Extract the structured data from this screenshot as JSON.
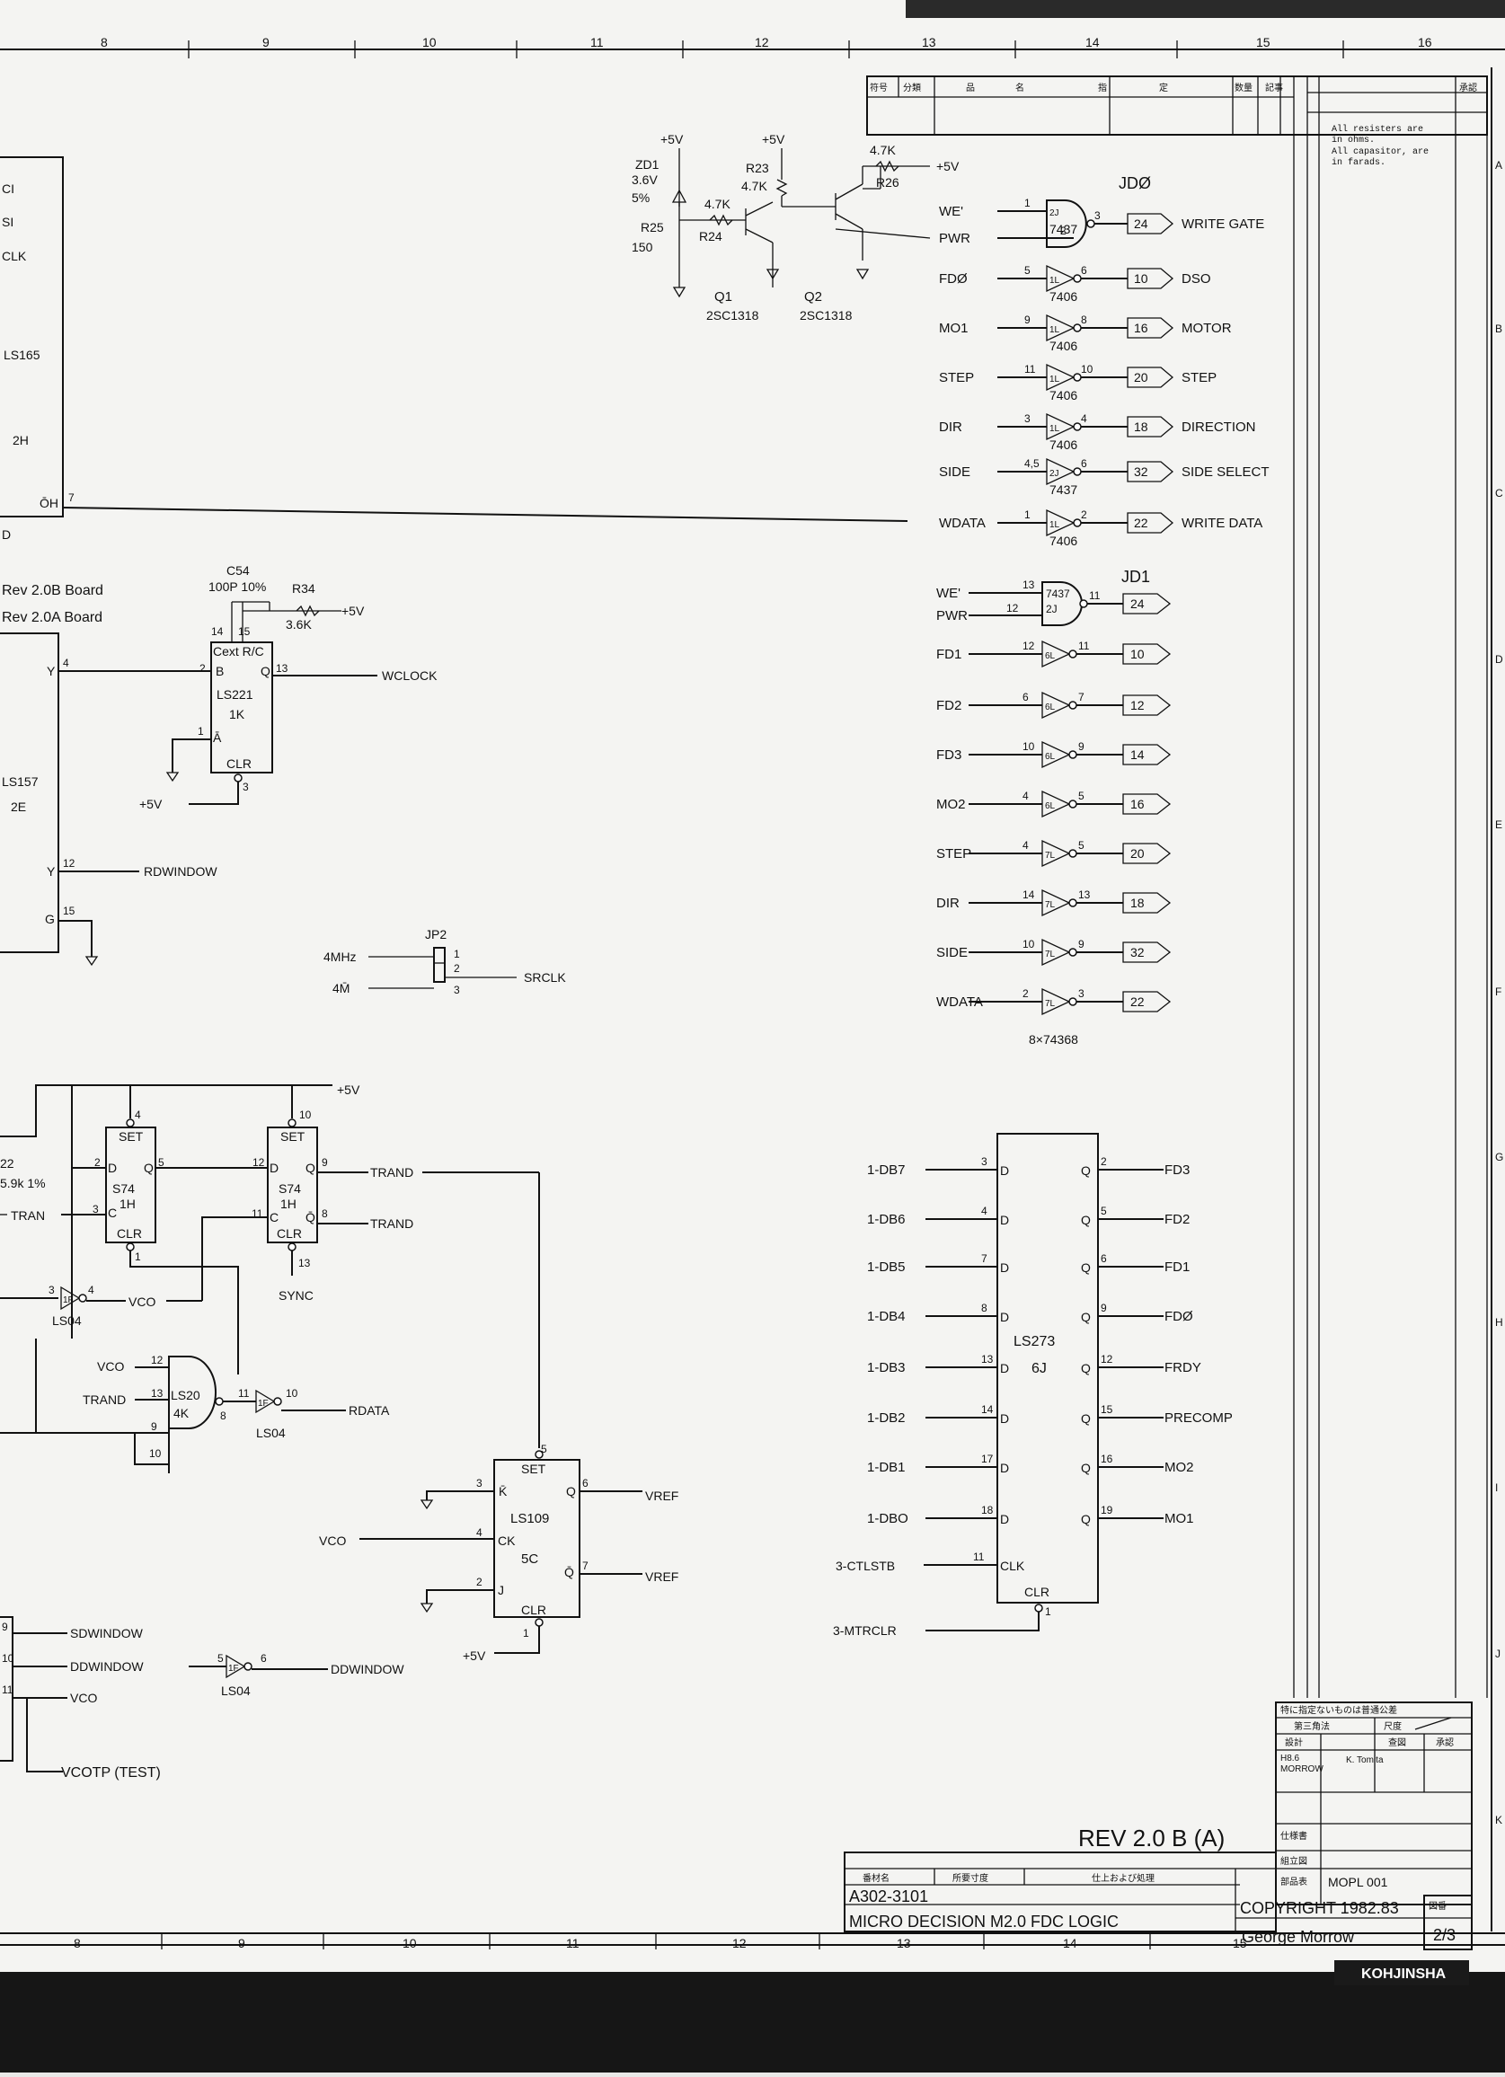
{
  "ruler_top": [
    "8",
    "9",
    "10",
    "11",
    "12",
    "13",
    "14",
    "15",
    "16"
  ],
  "ruler_bottom": [
    "8",
    "9",
    "10",
    "11",
    "12",
    "13",
    "14",
    "15"
  ],
  "row_letters": [
    "A",
    "B",
    "C",
    "D",
    "E",
    "F",
    "G",
    "H",
    "I",
    "J",
    "K"
  ],
  "notes": [
    "All resisters are",
    "in ohms.",
    "All capasitor, are",
    "in farads."
  ],
  "header_cells": [
    "符号",
    "分類",
    "品",
    "名",
    "指",
    "定",
    "数量",
    "記事",
    "承認"
  ],
  "power": {
    "p5v": "+5V",
    "zd1": "ZD1",
    "zd1_v": "3.6V",
    "zd1_tol": "5%",
    "r25": "R25",
    "r25_v": "150",
    "r24_v": "4.7K",
    "r24": "R24",
    "r23": "R23",
    "r23_v": "4.7K",
    "r26_v": "4.7K",
    "r26": "R26",
    "q1": "Q1",
    "q1_part": "2SC1318",
    "q2": "Q2",
    "q2_part": "2SC1318"
  },
  "jd0": {
    "title": "JDØ",
    "rows": [
      {
        "in": "WE'",
        "pin_a": "1",
        "pin_b": "3",
        "chip": "7437",
        "loc": "2J",
        "conn": "24",
        "out": "WRITE GATE"
      },
      {
        "in": "PWR",
        "pin_a": "2"
      },
      {
        "in": "FDØ",
        "pin_a": "5",
        "pin_b": "6",
        "chip": "7406",
        "loc": "1L",
        "conn": "10",
        "out": "DSO"
      },
      {
        "in": "MO1",
        "pin_a": "9",
        "pin_b": "8",
        "chip": "7406",
        "loc": "1L",
        "conn": "16",
        "out": "MOTOR"
      },
      {
        "in": "STEP",
        "pin_a": "11",
        "pin_b": "10",
        "chip": "7406",
        "loc": "1L",
        "conn": "20",
        "out": "STEP"
      },
      {
        "in": "DIR",
        "pin_a": "3",
        "pin_b": "4",
        "chip": "7406",
        "loc": "1L",
        "conn": "18",
        "out": "DIRECTION"
      },
      {
        "in": "SIDE",
        "pin_a": "4,5",
        "pin_b": "6",
        "chip": "7437",
        "loc": "2J",
        "conn": "32",
        "out": "SIDE SELECT"
      },
      {
        "in": "WDATA",
        "pin_a": "1",
        "pin_b": "2",
        "chip": "7406",
        "loc": "1L",
        "conn": "22",
        "out": "WRITE DATA"
      }
    ]
  },
  "jd1": {
    "title": "JD1",
    "rows": [
      {
        "in": "WE'",
        "pin_a": "13",
        "pin_b": "11",
        "chip": "7437",
        "loc": "2J",
        "conn": "24"
      },
      {
        "in": "PWR",
        "pin_a": "12"
      },
      {
        "in": "FD1",
        "pin_a": "12",
        "pin_b": "11",
        "loc": "6L",
        "conn": "10"
      },
      {
        "in": "FD2",
        "pin_a": "6",
        "pin_b": "7",
        "loc": "6L",
        "conn": "12"
      },
      {
        "in": "FD3",
        "pin_a": "10",
        "pin_b": "9",
        "loc": "6L",
        "conn": "14"
      },
      {
        "in": "MO2",
        "pin_a": "4",
        "pin_b": "5",
        "loc": "6L",
        "conn": "16"
      },
      {
        "in": "STEP",
        "pin_a": "4",
        "pin_b": "5",
        "loc": "7L",
        "conn": "20"
      },
      {
        "in": "DIR",
        "pin_a": "14",
        "pin_b": "13",
        "loc": "7L",
        "conn": "18"
      },
      {
        "in": "SIDE",
        "pin_a": "10",
        "pin_b": "9",
        "loc": "7L",
        "conn": "32"
      },
      {
        "in": "WDATA",
        "pin_a": "2",
        "pin_b": "3",
        "loc": "7L",
        "conn": "22"
      }
    ],
    "note": "8×74368"
  },
  "left_block": {
    "labels": [
      "CI",
      "SI",
      "CLK",
      "LS165",
      "2H",
      "ŌH",
      "D"
    ],
    "pin7": "7",
    "rev_b": "Rev 2.0B Board",
    "rev_a": "Rev 2.0A Board",
    "ls157": "LS157",
    "ls157_loc": "2E",
    "y4_label": "Y",
    "y4_pin": "4",
    "y12_label": "Y",
    "y12_pin": "12",
    "g_label": "G",
    "g_pin": "15"
  },
  "ls221": {
    "c54": "C54",
    "c54_v": "100P 10%",
    "r34": "R34",
    "r34_v": "3.6K",
    "p5v": "+5V",
    "pin14": "14",
    "pin15": "15",
    "cext": "Cext R/C",
    "name": "LS221",
    "loc": "1K",
    "pin2": "2",
    "b": "B",
    "pin13": "13",
    "q": "Q",
    "pin1": "1",
    "a": "Ā",
    "clr": "CLR",
    "pin3": "3",
    "wclock": "WCLOCK",
    "p5v_in": "+5V"
  },
  "rdwindow": "RDWINDOW",
  "jp2": {
    "name": "JP2",
    "in1": "4MHz",
    "in2": "4M̄",
    "p1": "1",
    "p2": "2",
    "p3": "3",
    "out": "SRCLK"
  },
  "flops": {
    "p5v": "+5V",
    "r22": "22",
    "r22_v": "5.9k 1%",
    "tran": "TRAN",
    "f1": {
      "set": "SET",
      "pin_set": "4",
      "d": "D",
      "pin_d": "2",
      "q": "Q",
      "pin_q": "5",
      "c": "C",
      "pin_c": "3",
      "name": "S74",
      "loc": "1H",
      "clr": "CLR",
      "pin_clr": "1"
    },
    "f2": {
      "set": "SET",
      "pin_set": "10",
      "d": "D",
      "pin_d": "12",
      "q": "Q",
      "pin_q": "9",
      "c": "C",
      "pin_c": "11",
      "qb": "Q̄",
      "pin_qb": "8",
      "name": "S74",
      "loc": "1H",
      "clr": "CLR",
      "pin_clr": "13"
    },
    "trand": "TRAND",
    "trand_b": "TRAND",
    "sync": "SYNC",
    "ls04a": "LS04",
    "ls04a_loc": "1F",
    "ls04a_in": "3",
    "ls04a_out": "4",
    "vco_b": "VCO",
    "ls20_in1": "VCO",
    "ls20_p12": "12",
    "ls20_in2": "TRAND",
    "ls20_p13": "13",
    "ls20_p9": "9",
    "ls20_p10": "10",
    "ls20": "LS20",
    "ls20_loc": "4K",
    "ls20_out": "8",
    "ls04b": "LS04",
    "ls04b_loc": "1F",
    "ls04b_in": "11",
    "ls04b_out": "10",
    "rdata": "RDATA"
  },
  "ls109": {
    "set": "SET",
    "pin5": "5",
    "k": "K̄",
    "pin3": "3",
    "q": "Q",
    "pin6": "6",
    "vref": "VREF",
    "name": "LS109",
    "loc": "5C",
    "ck": "CK",
    "pin4": "4",
    "vco": "VCO",
    "qb": "Q̄",
    "pin7": "7",
    "vref_b": "VREF",
    "j": "J",
    "pin2": "2",
    "clr": "CLR",
    "pin1": "1",
    "p5v": "+5V"
  },
  "bottom_left": {
    "p9": "9",
    "sdwindow": "SDWINDOW",
    "p10": "10",
    "ddwindow": "DDWINDOW",
    "ls04_in": "5",
    "ls04_out": "6",
    "ls04_loc": "1F",
    "ls04": "LS04",
    "ddwindow_b": "DDWINDOW",
    "p11": "11",
    "vco": "VCO",
    "vcotp": "VCOTP (TEST)"
  },
  "ls273": {
    "name": "LS273",
    "loc": "6J",
    "inputs": [
      {
        "sig": "1-DB7",
        "pin": "3"
      },
      {
        "sig": "1-DB6",
        "pin": "4"
      },
      {
        "sig": "1-DB5",
        "pin": "7"
      },
      {
        "sig": "1-DB4",
        "pin": "8"
      },
      {
        "sig": "1-DB3",
        "pin": "13"
      },
      {
        "sig": "1-DB2",
        "pin": "14"
      },
      {
        "sig": "1-DB1",
        "pin": "17"
      },
      {
        "sig": "1-DBO",
        "pin": "18"
      }
    ],
    "outputs": [
      {
        "sig": "FD3",
        "pin": "2"
      },
      {
        "sig": "FD2",
        "pin": "5"
      },
      {
        "sig": "FD1",
        "pin": "6"
      },
      {
        "sig": "FDØ",
        "pin": "9"
      },
      {
        "sig": "FRDY",
        "pin": "12"
      },
      {
        "sig": "PRECOMP",
        "pin": "15"
      },
      {
        "sig": "MO2",
        "pin": "16"
      },
      {
        "sig": "MO1",
        "pin": "19"
      }
    ],
    "d": "D",
    "q": "Q",
    "clk": "CLK",
    "clk_pin": "11",
    "clk_sig": "3-CTLSTB",
    "clr": "CLR",
    "clr_pin": "1",
    "clr_sig": "3-MTRCLR"
  },
  "title_block": {
    "rev": "REV 2.0 B (A)",
    "spec_header": "特に指定ないものは普通公差",
    "proj": "第三角法",
    "scale": "尺度",
    "design": "設計",
    "check": "查図",
    "approve": "承認",
    "designer": "MORROW",
    "date": "H8.6",
    "checker": "K. Tomita",
    "spec": "仕様書",
    "asm": "組立図",
    "part": "部品表",
    "part_no": "MOPL 001",
    "col1": "番材名",
    "col2": "所要寸度",
    "col3": "仕上および処理",
    "doc_no": "A302-3101",
    "title": "MICRO DECISION M2.0  FDC LOGIC",
    "copyright": "COPYRIGHT 1982.83",
    "author": "George Morrow",
    "sheet": "2/3",
    "sheet_label": "図番",
    "maker": "KOHJINSHA"
  }
}
